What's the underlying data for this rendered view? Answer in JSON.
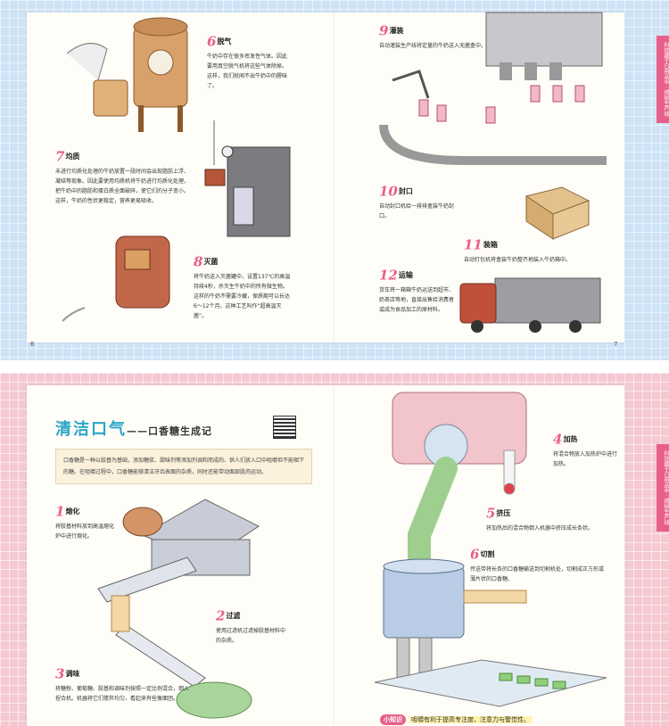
{
  "top_spread": {
    "tab_text": "科技藏于日用品中 · 揭秘生产线",
    "page_left": "6",
    "page_right": "7",
    "steps": [
      {
        "num": "6",
        "title": "脱气",
        "text": "牛奶中存在很多挥发性气体。因此要用真空脱气机将这些气体除掉。这样，我们就闻不出牛奶中的腥味了。"
      },
      {
        "num": "7",
        "title": "均质",
        "text": "未进行均质化处理的牛奶放置一段时间会出现脂肪上浮、凝结等现象。因此要使用均质机将牛奶进行均质化处理，把牛奶中的脂肪和蛋白质全面破碎，使它们的分子变小。这样，牛奶的性状更稳定，营养更易吸收。"
      },
      {
        "num": "8",
        "title": "灭菌",
        "text": "将牛奶送入灭菌罐中，设置137℃的高温持续4秒，杀灭生牛奶中的所有微生物。这样的牛奶不需要冷藏，保质期可以长达6～12个月。这种工艺叫作“超高温灭菌”。"
      },
      {
        "num": "9",
        "title": "灌装",
        "text": "自动灌装生产线将定量的牛奶送入无菌盒中。"
      },
      {
        "num": "10",
        "title": "封口",
        "text": "自动封口机给一排排盒装牛奶封口。"
      },
      {
        "num": "11",
        "title": "装箱",
        "text": "自动打包机将盒装牛奶整齐地装入牛奶箱中。"
      },
      {
        "num": "12",
        "title": "运输",
        "text": "货车将一箱箱牛奶运送到超市、奶茶店等地，直接出售给消费者或成为食品加工的原材料。"
      }
    ]
  },
  "bottom_spread": {
    "tab_text": "科技藏于日用品中 · 揭秘生产线",
    "title": "清洁口气",
    "subtitle": "——口香糖生成记",
    "intro": "口香糖是一种以胶基为基础，添加糖浆、甜味剂等添加剂调和而成的、供人们放入口中咀嚼但不能咽下的糖。在咀嚼过程中，口香糖能够清洁牙齿表面的杂质，同时还能带动面部肌肉运动。",
    "steps": [
      {
        "num": "1",
        "title": "熔化",
        "text": "将胶基材料放到高温熔化炉中进行熔化。"
      },
      {
        "num": "2",
        "title": "过滤",
        "text": "使用过滤机过滤掉胶基材料中的杂质。"
      },
      {
        "num": "3",
        "title": "调味",
        "text": "将糖粉、葡萄糖、胶基和调味剂按照一定比例混合，倒入捏合机。机器将它们搅拌均匀，看起来有些像面团。"
      },
      {
        "num": "4",
        "title": "加热",
        "text": "将混合物放入加热炉中进行加热。"
      },
      {
        "num": "5",
        "title": "挤压",
        "text": "将加热后的混合物倒入机器中挤压成长条状。"
      },
      {
        "num": "6",
        "title": "切割",
        "text": "传送带将长条的口香糖输送到切割机处，切割成正方形或薄片状的口香糖。"
      }
    ],
    "tip_badge": "小知识",
    "tip_text": "咀嚼有利于提高专注度、注意力与警觉性。"
  },
  "colors": {
    "accent": "#e8608a",
    "title_blue": "#2aa6c8",
    "top_bg": "#cfe3f6",
    "bottom_bg": "#f4c9d2"
  }
}
